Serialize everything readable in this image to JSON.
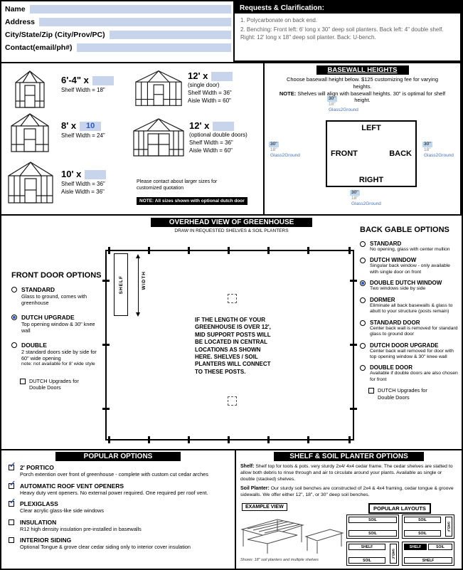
{
  "colors": {
    "accent_blue": "#2f57c4",
    "field_blue": "#c7d4ec",
    "highlight_blue": "#bdd7ee"
  },
  "contact_form": {
    "fields": [
      {
        "label": "Name",
        "value": ""
      },
      {
        "label": "Address",
        "value": ""
      },
      {
        "label": "City/State/Zip (City/Prov/PC)",
        "value": ""
      },
      {
        "label": "Contact(email/ph#)",
        "value": ""
      }
    ]
  },
  "requests": {
    "title": "Requests & Clarification:",
    "items": [
      "1. Polycarbonate on back end.",
      "2. Benching: Front left: 6' long x 30\" deep soil planters. Back left: 4\" double shelf. Right: 12' long x 18\" deep soil planter. Back:  U-bench."
    ]
  },
  "sizes": {
    "models": [
      {
        "name": "6'-4\" x",
        "value": "",
        "sub": "",
        "specs": [
          "Shelf Width = 18\""
        ]
      },
      {
        "name": "8' x",
        "value": "10",
        "sub": "",
        "specs": [
          "Shelf Width = 24\""
        ]
      },
      {
        "name": "10' x",
        "value": "",
        "sub": "",
        "specs": [
          "Shelf Width = 36\"",
          "Aisle Width = 36\""
        ]
      },
      {
        "name": "12' x",
        "value": "",
        "sub": "(single door)",
        "specs": [
          "Shelf Width = 36\"",
          "Aisle Width = 60\""
        ]
      },
      {
        "name": "12' x",
        "value": "",
        "sub": "(optional double doors)",
        "specs": [
          "Shelf Width = 36\"",
          "Aisle Width = 60\""
        ]
      }
    ],
    "contact_note": "Please contact about larger sizes for customized quotation",
    "footer_note": "NOTE: All sizes shown with optional dutch door"
  },
  "basewall": {
    "title": "BASEWALL HEIGHTS",
    "intro": "Choose basewall height below. $125 customizing fee for varying heights.",
    "note_label": "NOTE:",
    "note": "Shelves will align with basewall heights. 30\" is optimal for shelf height.",
    "walls": {
      "top": "LEFT",
      "left": "FRONT",
      "right": "BACK",
      "bottom": "RIGHT"
    },
    "options": [
      "30''",
      "18''",
      "Glass2Ground"
    ],
    "selected": {
      "top": "30''",
      "left": "30''",
      "right": "30''",
      "bottom": "30''"
    }
  },
  "overhead": {
    "title": "OVERHEAD VIEW OF GREENHOUSE",
    "subtitle": "DRAW IN REQUESTED SHELVES & SOIL PLANTERS",
    "shelf_label": "SHELF",
    "width_label": "WIDTH",
    "center_note": "IF THE LENGTH OF YOUR GREENHOUSE IS OVER 12', MID SUPPORT POSTS WILL BE LOCATED IN CENTRAL LOCATIONS AS SHOWN HERE. SHELVES / SOIL PLANTERS WILL CONNECT TO THESE POSTS."
  },
  "front_door": {
    "title": "FRONT DOOR OPTIONS",
    "options": [
      {
        "label": "STANDARD",
        "desc": "Glass to ground, comes with greenhouse",
        "selected": false
      },
      {
        "label": "DUTCH UPGRADE",
        "desc": "Top opening window & 30\" knee wall",
        "selected": true
      },
      {
        "label": "DOUBLE",
        "desc": "2 standard doors side by side for 60\" wide opening",
        "note": "note: not available for 8' wide style",
        "selected": false
      }
    ],
    "checkbox": {
      "label": "DUTCH Upgrades for Double Doors",
      "checked": false
    }
  },
  "back_gable": {
    "title": "BACK GABLE OPTIONS",
    "options": [
      {
        "label": "STANDARD",
        "desc": "No opening, glass with center mullion",
        "selected": false
      },
      {
        "label": "DUTCH WINDOW",
        "desc": "Singular back window - only available with single door on front",
        "selected": false
      },
      {
        "label": "DOUBLE DUTCH WINDOW",
        "desc": "Two windows side by side",
        "selected": true
      },
      {
        "label": "DORMER",
        "desc": "Eliminate all back basewalls & glass to abutt to your structure (posts remain)",
        "selected": false
      },
      {
        "label": "STANDARD DOOR",
        "desc": "Center back wall is removed for standard glass to ground door",
        "selected": false
      },
      {
        "label": "DUTCH DOOR UPGRADE",
        "desc": "Center back wall removed for door with top opening window & 30\" knee wall",
        "selected": false
      },
      {
        "label": "DOUBLE DOOR",
        "desc": "Available if double doors are also chosen for front",
        "selected": false
      }
    ],
    "checkbox": {
      "label": "DUTCH Upgrades for Double Doors",
      "checked": false
    }
  },
  "popular": {
    "title": "POPULAR OPTIONS",
    "check_glyph": "✓",
    "items": [
      {
        "label": "2' PORTICO",
        "desc": "Porch extention over front of greenhouse - complete with custom cut cedar arches",
        "checked": true
      },
      {
        "label": "AUTOMATIC ROOF VENT OPENERS",
        "desc": "Heavy duty vent openers. No external power required. One required per roof vent.",
        "checked": true
      },
      {
        "label": "PLEXIGLASS",
        "desc": "Clear acrylic glass-like side windows",
        "checked": true
      },
      {
        "label": "INSULATION",
        "desc": "R12 high density insulation pre-installed in basewalls",
        "checked": false
      },
      {
        "label": "INTERIOR SIDING",
        "desc": "Optional Tongue & grove clear cedar siding only to interior cover insulation",
        "checked": false
      }
    ]
  },
  "shelf_soil": {
    "title": "SHELF & SOIL PLANTER OPTIONS",
    "shelf_label": "Shelf:",
    "shelf_desc": "Shelf top for tools & pots. very sturdy 2x4/ 4x4 cedar frame. The cedar shelves are slatted to allow both debris to rinse through and air to circulate around your plants. Available as single or double (stacked) shelves.",
    "planter_label": "Soil Planter:",
    "planter_desc": "Our sturdy soil benches are constructed of 2x4 & 4x4 framing, cedar tongue & groove sidewalls. We offer either 12\", 18\", or 30\" deep soil benches.",
    "example_label": "EXAMPLE VIEW",
    "example_caption": "Shows: 18\" soil planters and multiple shelves",
    "layouts_label": "POPULAR LAYOUTS",
    "layouts": {
      "l1": {
        "top": "SOIL",
        "bottom": "SOIL"
      },
      "l2": {
        "top": "SOIL",
        "side": "SHELF",
        "bottom": "SOIL"
      },
      "l3": {
        "top": "SHELF",
        "side": "SHELF",
        "bottom": "SOIL"
      },
      "l4": {
        "top_a": "SHELF",
        "top_b": "SOIL",
        "bottom": "SHELF"
      }
    }
  }
}
